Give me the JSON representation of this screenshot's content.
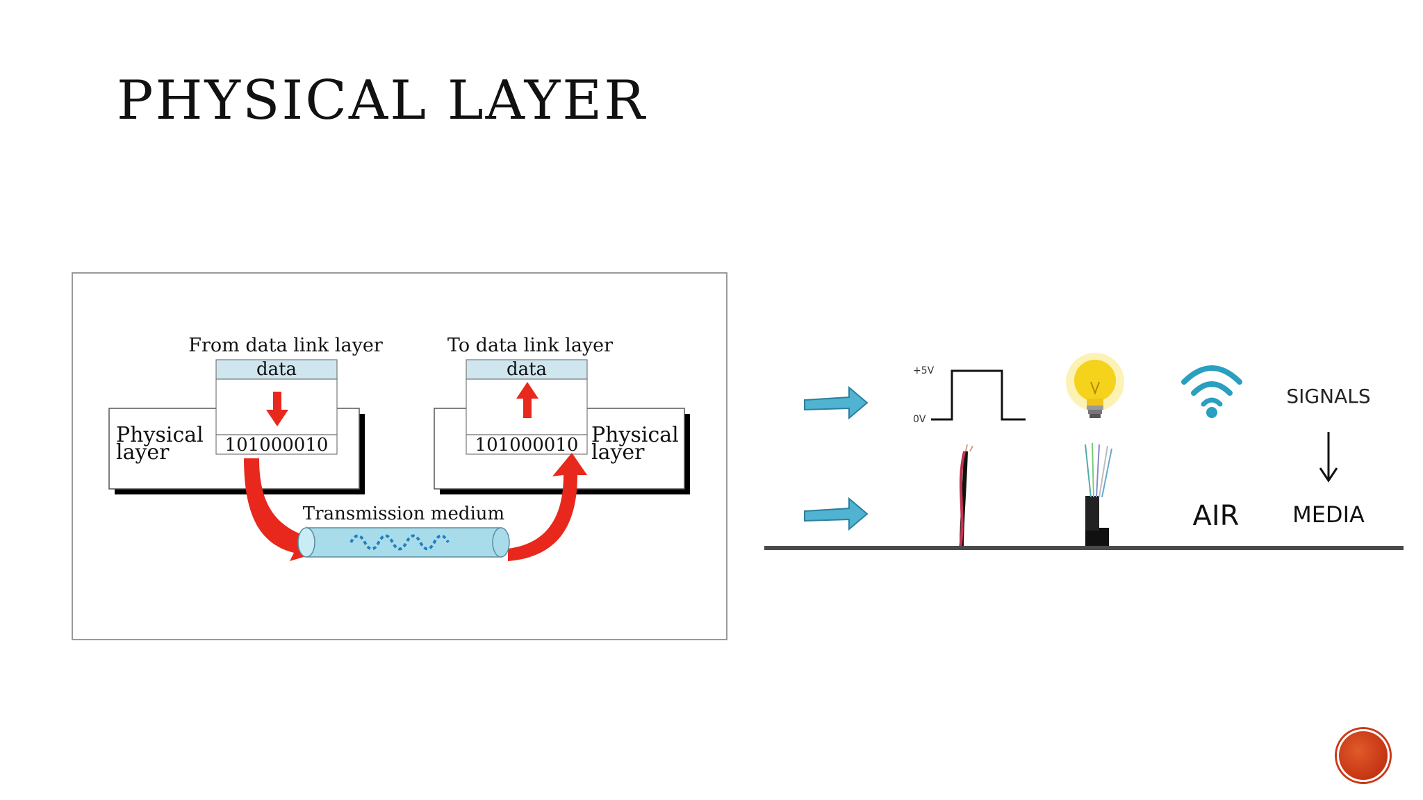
{
  "slide": {
    "title": "PHYSICAL LAYER"
  },
  "diagram": {
    "from_label": "From data link layer",
    "to_label": "To data link layer",
    "data_label_left": "data",
    "data_label_right": "data",
    "bits_left": "101000010",
    "bits_right": "101000010",
    "layer_left_line1": "Physical",
    "layer_left_line2": "layer",
    "layer_right_line1": "Physical",
    "layer_right_line2": "layer",
    "medium_label": "Transmission medium"
  },
  "media": {
    "voltage_high": "+5V",
    "voltage_low": "0V",
    "signals_label": "SIGNALS",
    "media_label": "MEDIA",
    "air_label": "AIR"
  },
  "colors": {
    "arrow_red": "#e8281c",
    "data_box_fill": "#cfe6ee",
    "pipe_fill": "#a9dcea",
    "wave_blue": "#1f7fbf",
    "cyan_arrow": "#4fb3d1",
    "bulb_yellow": "#f5d21c",
    "wifi_teal": "#2a9fbf",
    "marker_red": "#c93a16"
  },
  "icons": {
    "bulb": "light-bulb-icon",
    "wifi": "wifi-icon",
    "marker": "slide-marker-icon"
  }
}
